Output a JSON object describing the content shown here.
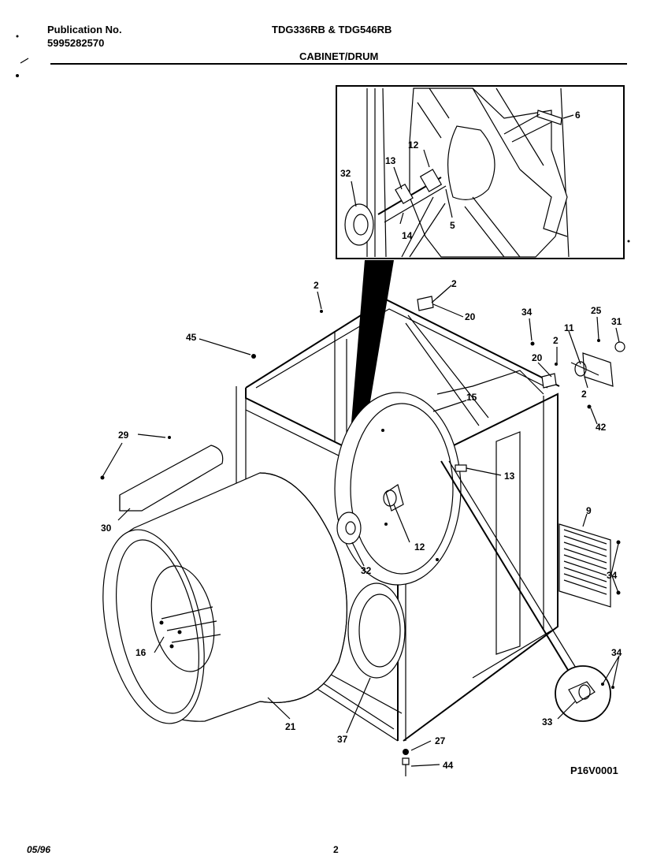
{
  "header": {
    "publication_label": "Publication No.",
    "publication_number": "5995282570",
    "models": "TDG336RB & TDG546RB",
    "section_title": "CABINET/DRUM"
  },
  "footer": {
    "date": "05/96",
    "page_number": "2",
    "diagram_code": "P16V0001"
  },
  "callouts": {
    "inset_6": "6",
    "inset_12": "12",
    "inset_13": "13",
    "inset_32": "32",
    "inset_14": "14",
    "inset_5": "5",
    "c2_a": "2",
    "c2_b": "2",
    "c20_a": "20",
    "c34_a": "34",
    "c25": "25",
    "c11": "11",
    "c31": "31",
    "c45": "45",
    "c2_c": "2",
    "c20_b": "20",
    "c2_d": "2",
    "c42": "42",
    "c15": "15",
    "c29": "29",
    "c13": "13",
    "c30": "30",
    "c9": "9",
    "c12": "12",
    "c32": "32",
    "c34_b": "34",
    "c16": "16",
    "c34_c": "34",
    "c21": "21",
    "c37": "37",
    "c33": "33",
    "c27": "27",
    "c44": "44"
  }
}
